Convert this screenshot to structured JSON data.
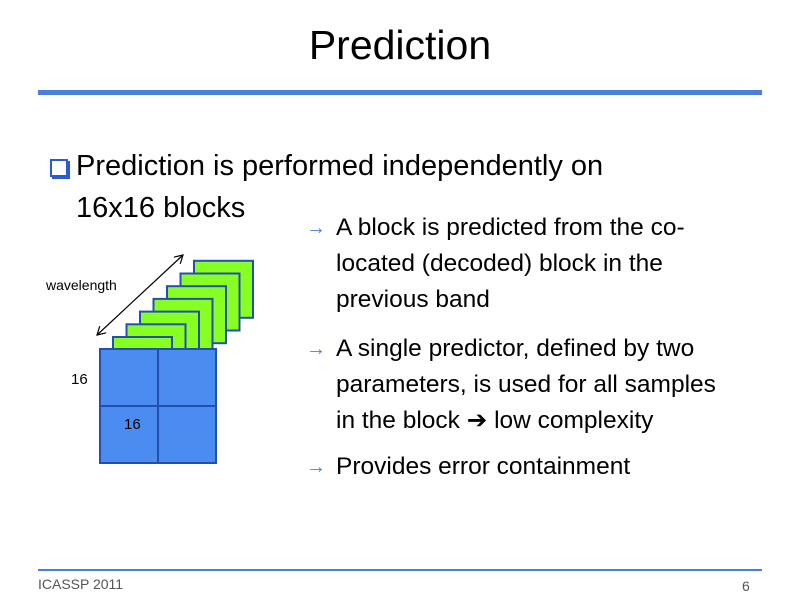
{
  "title": "Prediction",
  "main_bullet": {
    "line1": "Prediction is performed independently on",
    "line2": "16x16 blocks",
    "icon": "hollow-square-bullet"
  },
  "sub_bullets": [
    {
      "lines": [
        "A block is predicted from the co-",
        "located (decoded) block in the",
        "previous band"
      ]
    },
    {
      "lines": [
        "A single predictor, defined by two",
        "parameters, is used for all samples",
        "in the block ➔ low complexity"
      ]
    },
    {
      "lines": [
        "Provides error containment"
      ]
    }
  ],
  "sub_bullet_marker": "→",
  "diagram": {
    "wavelength_label": "wavelength",
    "height_label": "16",
    "width_label": "16",
    "band_count": 7
  },
  "footer": {
    "conference": "ICASSP 2011",
    "page": "6"
  },
  "colors": {
    "accent": "#4a7fdc",
    "block_blue": "#4a8cf0",
    "band_green": "#88ff22",
    "border": "#2350b0"
  }
}
